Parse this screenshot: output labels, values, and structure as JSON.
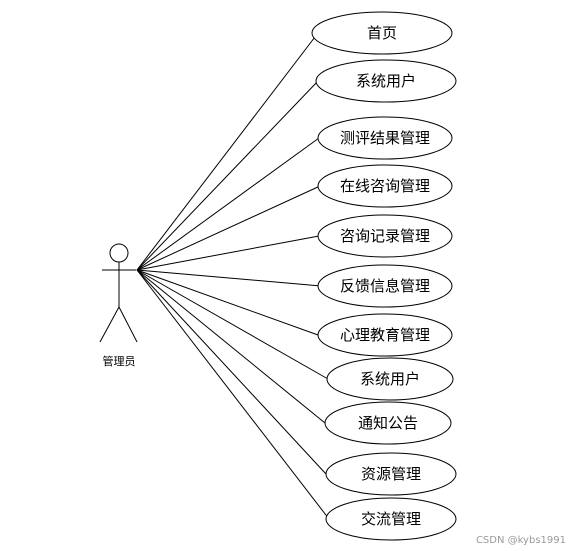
{
  "actor": {
    "label": "管理员"
  },
  "use_cases": [
    {
      "label": "首页"
    },
    {
      "label": "系统用户"
    },
    {
      "label": "测评结果管理"
    },
    {
      "label": "在线咨询管理"
    },
    {
      "label": "咨询记录管理"
    },
    {
      "label": "反馈信息管理"
    },
    {
      "label": "心理教育管理"
    },
    {
      "label": "系统用户"
    },
    {
      "label": "通知公告"
    },
    {
      "label": "资源管理"
    },
    {
      "label": "交流管理"
    }
  ],
  "watermark": "CSDN @kybs1991"
}
